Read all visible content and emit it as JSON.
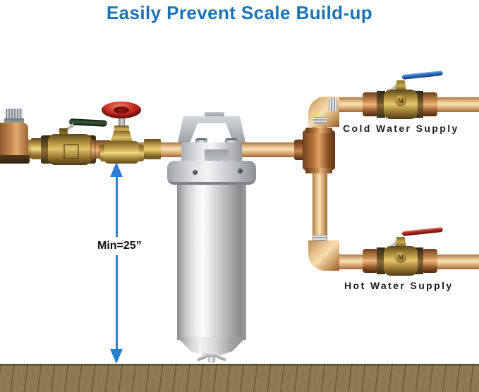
{
  "title": "Easily Prevent Scale Build-up",
  "labels": {
    "cold_supply": "Cold Water Supply",
    "hot_supply": "Hot Water Supply",
    "min_clearance": "Min=25”"
  },
  "valves": {
    "brand_stamp": "M"
  },
  "colors": {
    "title-blue": "#1b72b4",
    "arrow-blue": "#2a7fd2",
    "cold-handle-blue": "#2f6fc4",
    "hot-handle-red": "#b42a22",
    "inlet-handle-green": "#3a5a40",
    "gate-wheel-red": "#c3261a",
    "copper-pipe": "#ddb078",
    "brass-valve": "#c2a24c",
    "stainless-steel": "#d9dadb",
    "floor-wood": "#8c7a52"
  }
}
